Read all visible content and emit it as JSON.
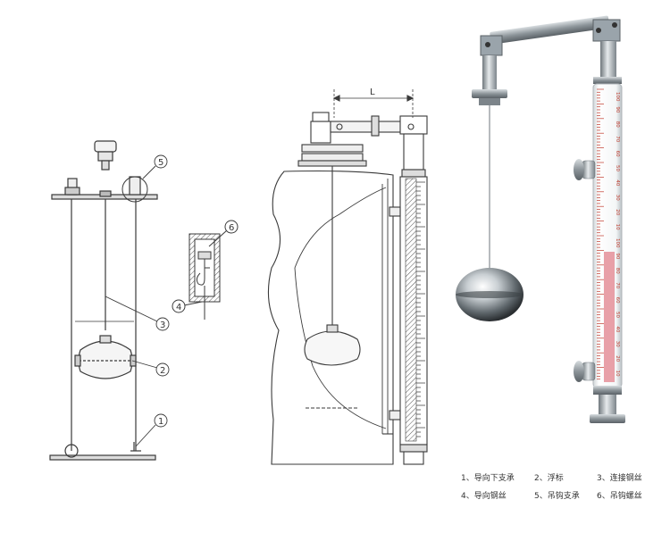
{
  "dimension_label": "L",
  "callouts": [
    "1",
    "2",
    "3",
    "4",
    "5",
    "6"
  ],
  "scale_numbers": [
    "10",
    "20",
    "30",
    "40",
    "50",
    "60",
    "70",
    "80",
    "90",
    "100",
    "10",
    "20",
    "30",
    "40",
    "50",
    "60",
    "70",
    "80",
    "90",
    "100"
  ],
  "legend": [
    [
      "1、导向下支承",
      "2、浮标",
      "3、连接钢丝"
    ],
    [
      "4、导向钢丝",
      "5、吊钩支承",
      "6、吊钩螺丝"
    ]
  ],
  "colors": {
    "line": "#3a3a3a",
    "steel": "#9aa4ab",
    "scale_red": "#e8a0a8",
    "scale_tick": "#c0392b"
  }
}
